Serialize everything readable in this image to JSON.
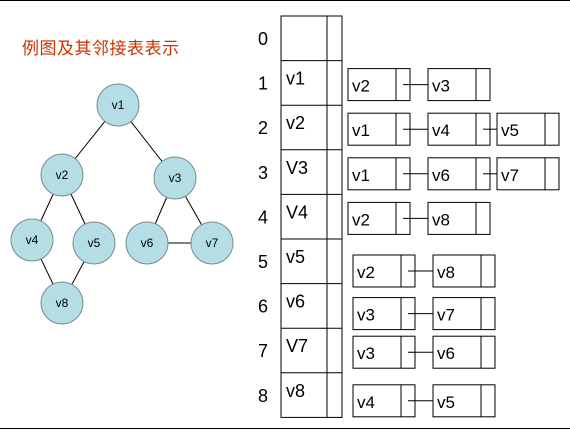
{
  "title": "例图及其邻接表表示",
  "graph": {
    "nodes": [
      {
        "id": "v1",
        "label": "v1"
      },
      {
        "id": "v2",
        "label": "v2"
      },
      {
        "id": "v3",
        "label": "v3"
      },
      {
        "id": "v4",
        "label": "v4"
      },
      {
        "id": "v5",
        "label": "v5"
      },
      {
        "id": "v6",
        "label": "v6"
      },
      {
        "id": "v7",
        "label": "v7"
      },
      {
        "id": "v8",
        "label": "v8"
      }
    ],
    "edges": [
      [
        "v1",
        "v2"
      ],
      [
        "v1",
        "v3"
      ],
      [
        "v2",
        "v4"
      ],
      [
        "v2",
        "v5"
      ],
      [
        "v3",
        "v6"
      ],
      [
        "v3",
        "v7"
      ],
      [
        "v6",
        "v7"
      ],
      [
        "v4",
        "v8"
      ],
      [
        "v5",
        "v8"
      ]
    ],
    "node_fill": "#b4dde6"
  },
  "adjacency": {
    "indices": [
      "0",
      "1",
      "2",
      "3",
      "4",
      "5",
      "6",
      "7",
      "8"
    ],
    "rows": [
      {
        "vertex": "",
        "neighbors": []
      },
      {
        "vertex": "v1",
        "neighbors": [
          "v2",
          "v3"
        ]
      },
      {
        "vertex": "v2",
        "neighbors": [
          "v1",
          "v4",
          "v5"
        ]
      },
      {
        "vertex": "V3",
        "neighbors": [
          "v1",
          "v6",
          "v7"
        ]
      },
      {
        "vertex": "V4",
        "neighbors": [
          "v2",
          "v8"
        ]
      },
      {
        "vertex": "v5",
        "neighbors": [
          "v2",
          "v8"
        ]
      },
      {
        "vertex": "v6",
        "neighbors": [
          "v3",
          "v7"
        ]
      },
      {
        "vertex": "V7",
        "neighbors": [
          "v3",
          "v6"
        ]
      },
      {
        "vertex": "v8",
        "neighbors": [
          "v4",
          "v5"
        ]
      }
    ]
  }
}
